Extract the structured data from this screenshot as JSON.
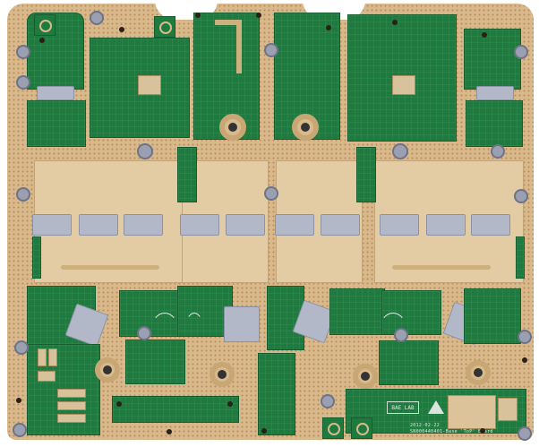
{
  "image": {
    "subject": "Printed circuit board (RF multi-channel board)",
    "colors": {
      "substrate": "#d9b98c",
      "soldermask_green": "#1e7a3e",
      "cutout_grey": "#b3b8c8",
      "background": "#ffffff"
    }
  },
  "silkscreen": {
    "lab_label": "BAE LAB",
    "date_line": "2012-02-22",
    "board_line": "SN000440401-Base 'ToP' Board"
  },
  "features": {
    "rf_cutout_windows": 11,
    "mounting_holes": "multiple",
    "sma_pads": 4,
    "connector_footprint": "multi-row pin header footprint"
  }
}
